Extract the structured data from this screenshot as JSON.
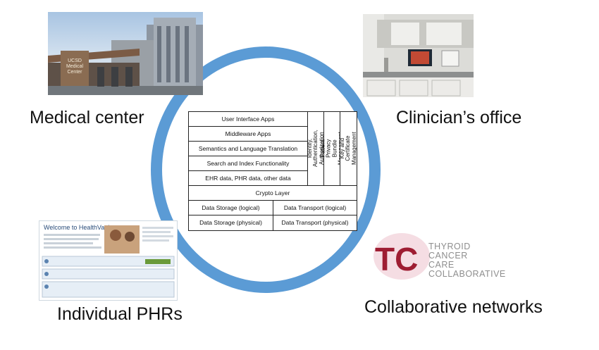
{
  "captions": {
    "medical_center": "Medical center",
    "clinicians_office": "Clinician’s office",
    "individual_phrs": "Individual PHRs",
    "collaborative_networks": "Collaborative networks"
  },
  "stack": {
    "layers": [
      "User Interface Apps",
      "Middleware Apps",
      "Semantics and Language Translation",
      "Search and Index Functionality",
      "EHR data, PHR data, other data",
      "Crypto Layer"
    ],
    "bottom_left": [
      "Data Storage (logical)",
      "Data Storage (physical)"
    ],
    "bottom_right": [
      "Data Transport (logical)",
      "Data Transport (physical)"
    ],
    "vertical": [
      "Identity, Authentication, Authorization",
      "Patient Privacy Bundle Management",
      "Key and Certificate Management"
    ]
  },
  "photos": {
    "hospital_sign": "UCSD Medical Center",
    "healthvault_title": "Welcome to HealthVault"
  },
  "logo": {
    "letters": "TC",
    "lines": [
      "THYROID",
      "CANCER",
      "CARE",
      "COLLABORATIVE"
    ]
  },
  "colors": {
    "ring": "#5b9bd5",
    "logo_red": "#9e1d32",
    "logo_gray": "#8e8e8e"
  }
}
